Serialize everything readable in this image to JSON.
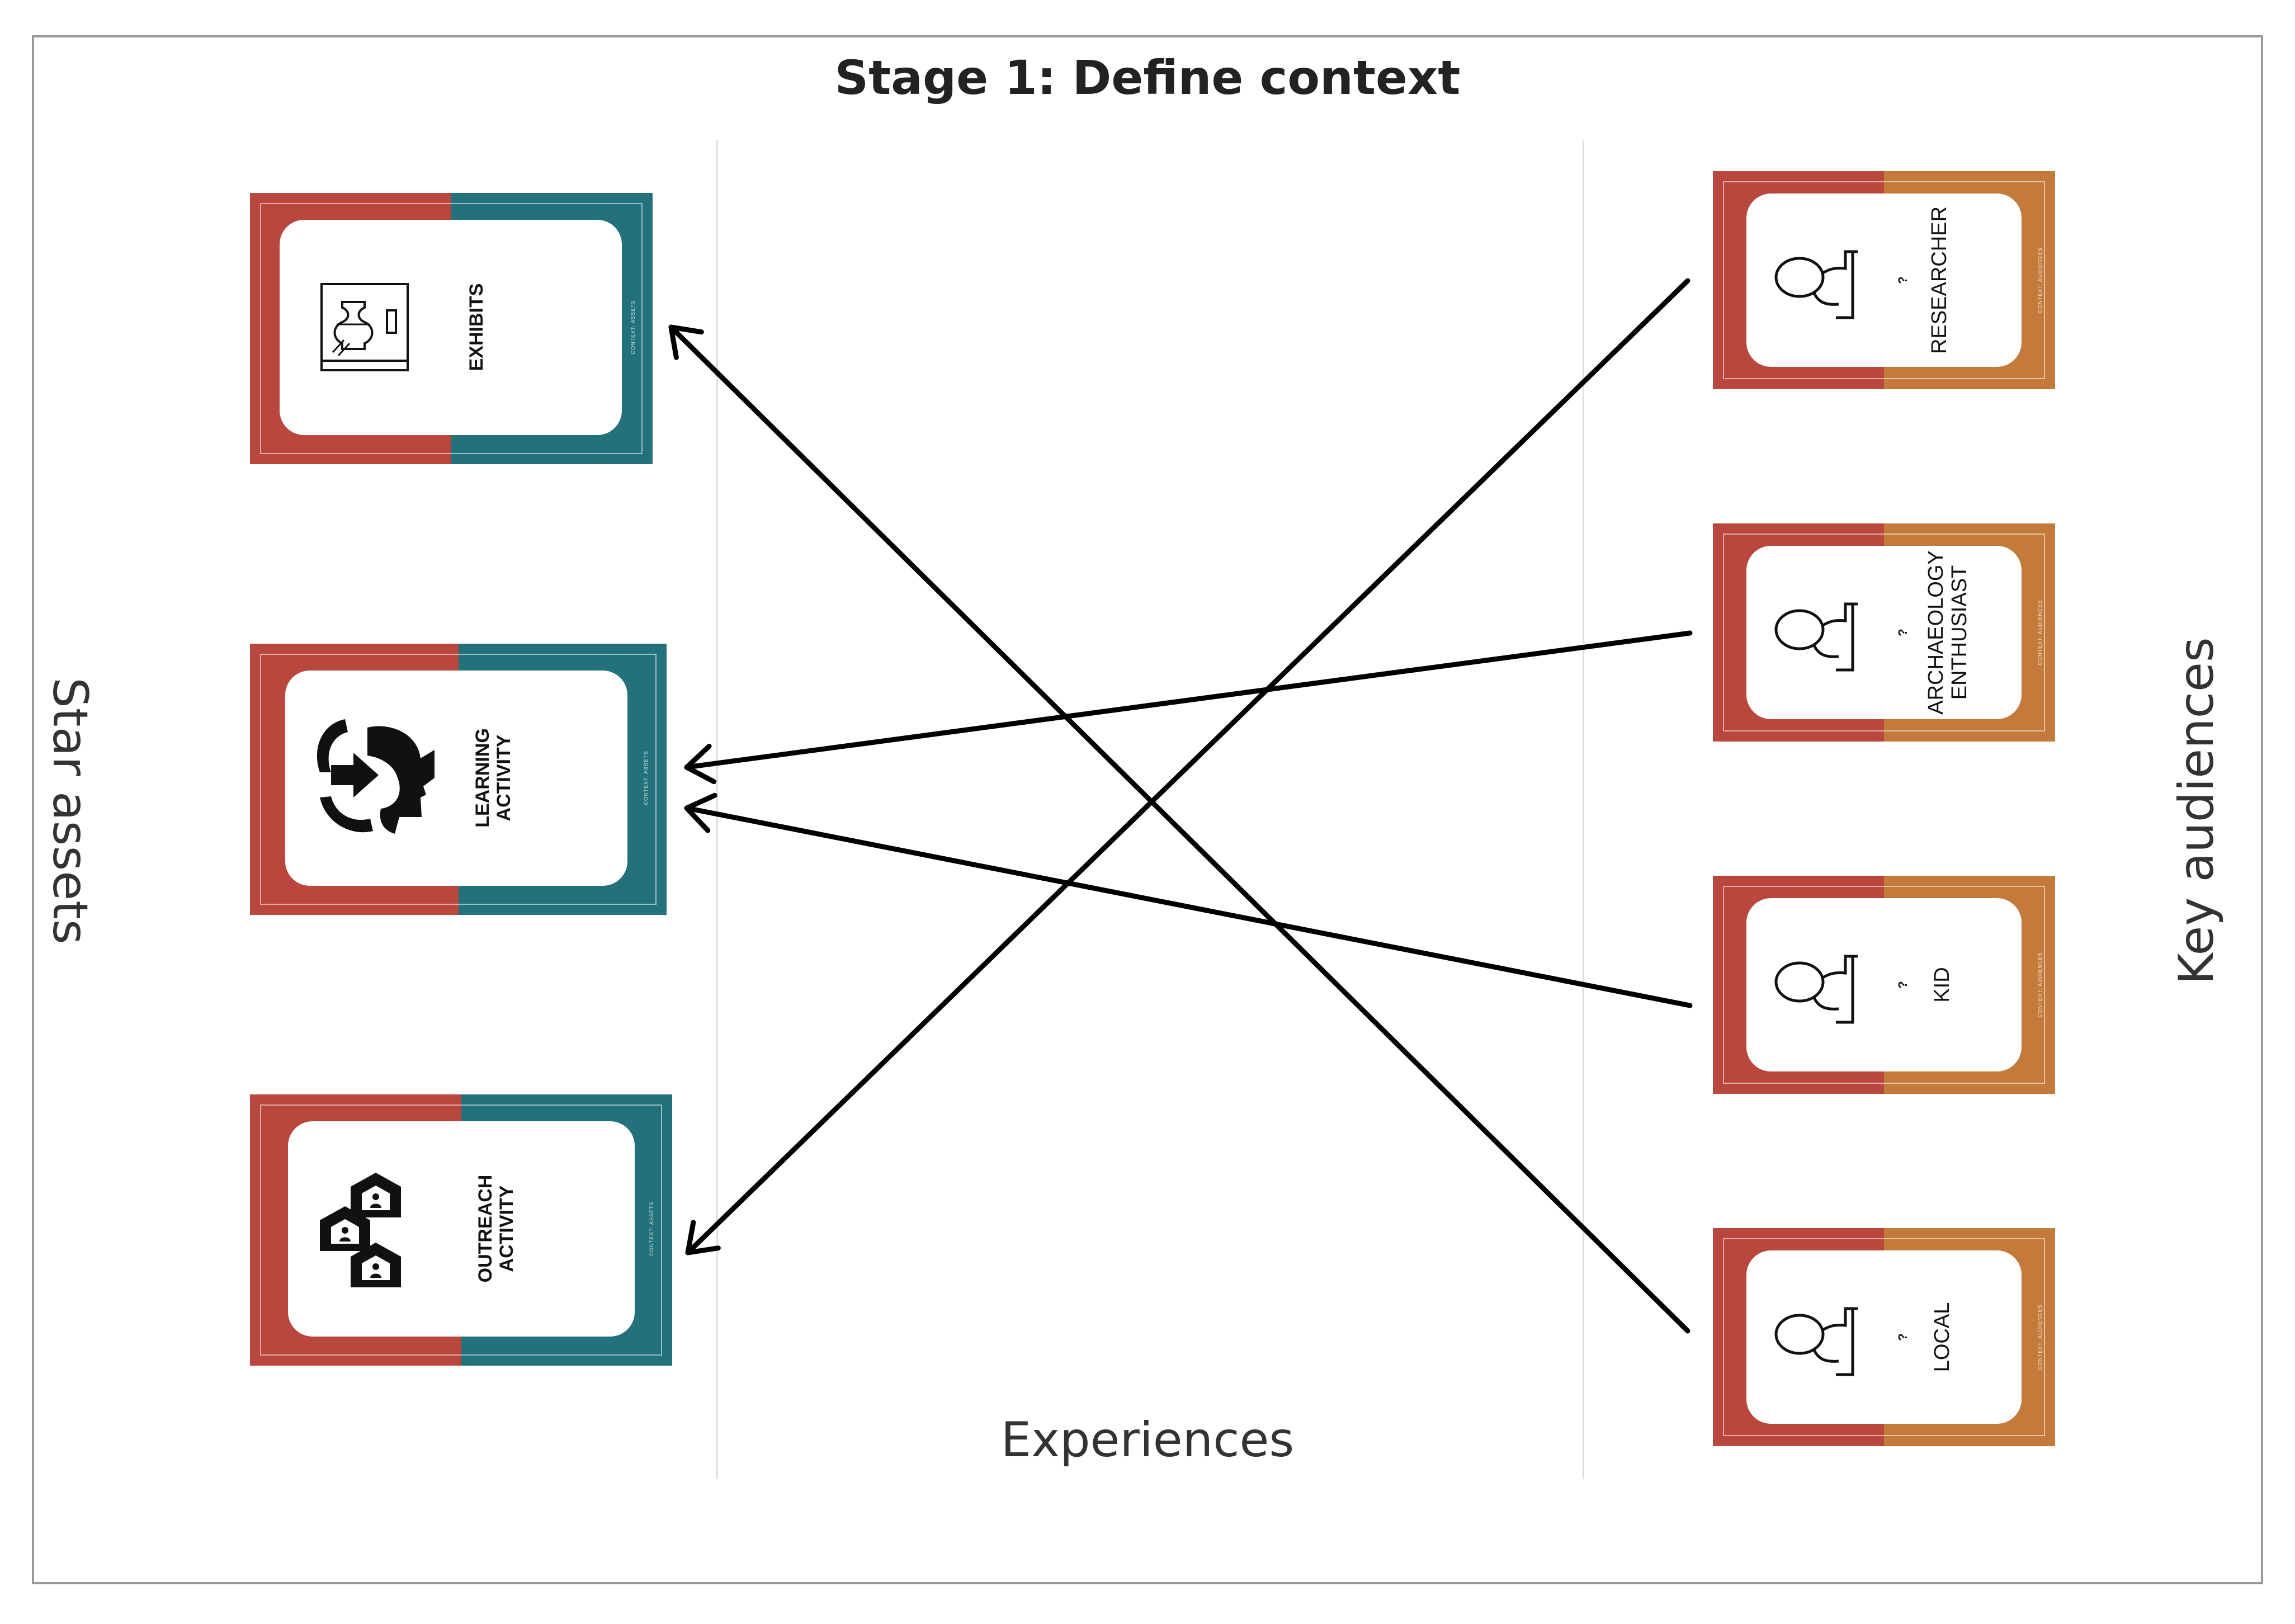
{
  "title": "Stage 1: Define context",
  "columns": {
    "left_label": "Star assets",
    "middle_label": "Experiences",
    "right_label": "Key audiences"
  },
  "colors": {
    "asset_left": "#b9473e",
    "asset_right": "#23717a",
    "audience_left": "#b9473e",
    "audience_right": "#c47a3a",
    "arrow": "#000000"
  },
  "assets": [
    {
      "name": "EXHIBITS",
      "icon": "exhibit-vase-icon",
      "category": "CONTEXT: ASSETS"
    },
    {
      "name": "LEARNING\nACTIVITY",
      "icon": "learning-head-icon",
      "category": "CONTEXT: ASSETS"
    },
    {
      "name": "OUTREACH\nACTIVITY",
      "icon": "outreach-houses-icon",
      "category": "CONTEXT: ASSETS"
    }
  ],
  "audiences": [
    {
      "name": "RESEARCHER",
      "question": "?",
      "icon": "person-bust-icon",
      "category": "CONTEXT: AUDIENCES"
    },
    {
      "name": "ARCHAEOLOGY\nENTHUSIAST",
      "question": "?",
      "icon": "person-bust-icon",
      "category": "CONTEXT: AUDIENCES"
    },
    {
      "name": "KID",
      "question": "?",
      "icon": "person-bust-icon",
      "category": "CONTEXT: AUDIENCES"
    },
    {
      "name": "LOCAL",
      "question": "?",
      "icon": "person-bust-icon",
      "category": "CONTEXT: AUDIENCES"
    }
  ],
  "connections": [
    {
      "from": "LOCAL",
      "to": "EXHIBITS"
    },
    {
      "from": "ARCHAEOLOGY ENTHUSIAST",
      "to": "LEARNING ACTIVITY"
    },
    {
      "from": "KID",
      "to": "LEARNING ACTIVITY"
    },
    {
      "from": "RESEARCHER",
      "to": "OUTREACH ACTIVITY"
    }
  ]
}
